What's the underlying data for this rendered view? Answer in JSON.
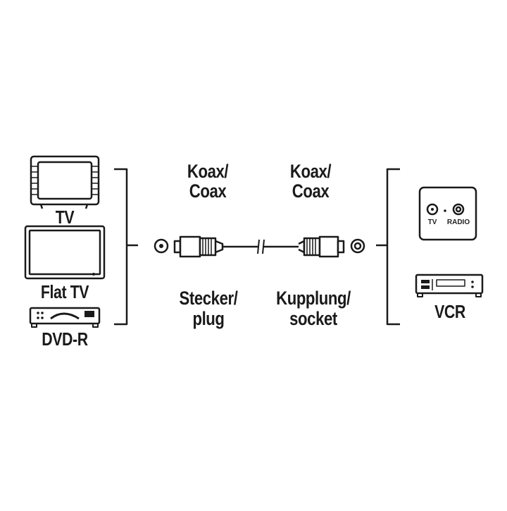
{
  "left_devices": {
    "tv": "TV",
    "flat_tv": "Flat TV",
    "dvd_r": "DVD-R"
  },
  "right_devices": {
    "wall_socket_tv": "TV",
    "wall_socket_radio": "RADIO",
    "vcr": "VCR"
  },
  "cable": {
    "left_type_line1": "Koax/",
    "left_type_line2": "Coax",
    "right_type_line1": "Koax/",
    "right_type_line2": "Coax",
    "left_end_line1": "Stecker/",
    "left_end_line2": "plug",
    "right_end_line1": "Kupplung/",
    "right_end_line2": "socket"
  },
  "colors": {
    "ink": "#1a1a1a",
    "background": "#ffffff"
  }
}
